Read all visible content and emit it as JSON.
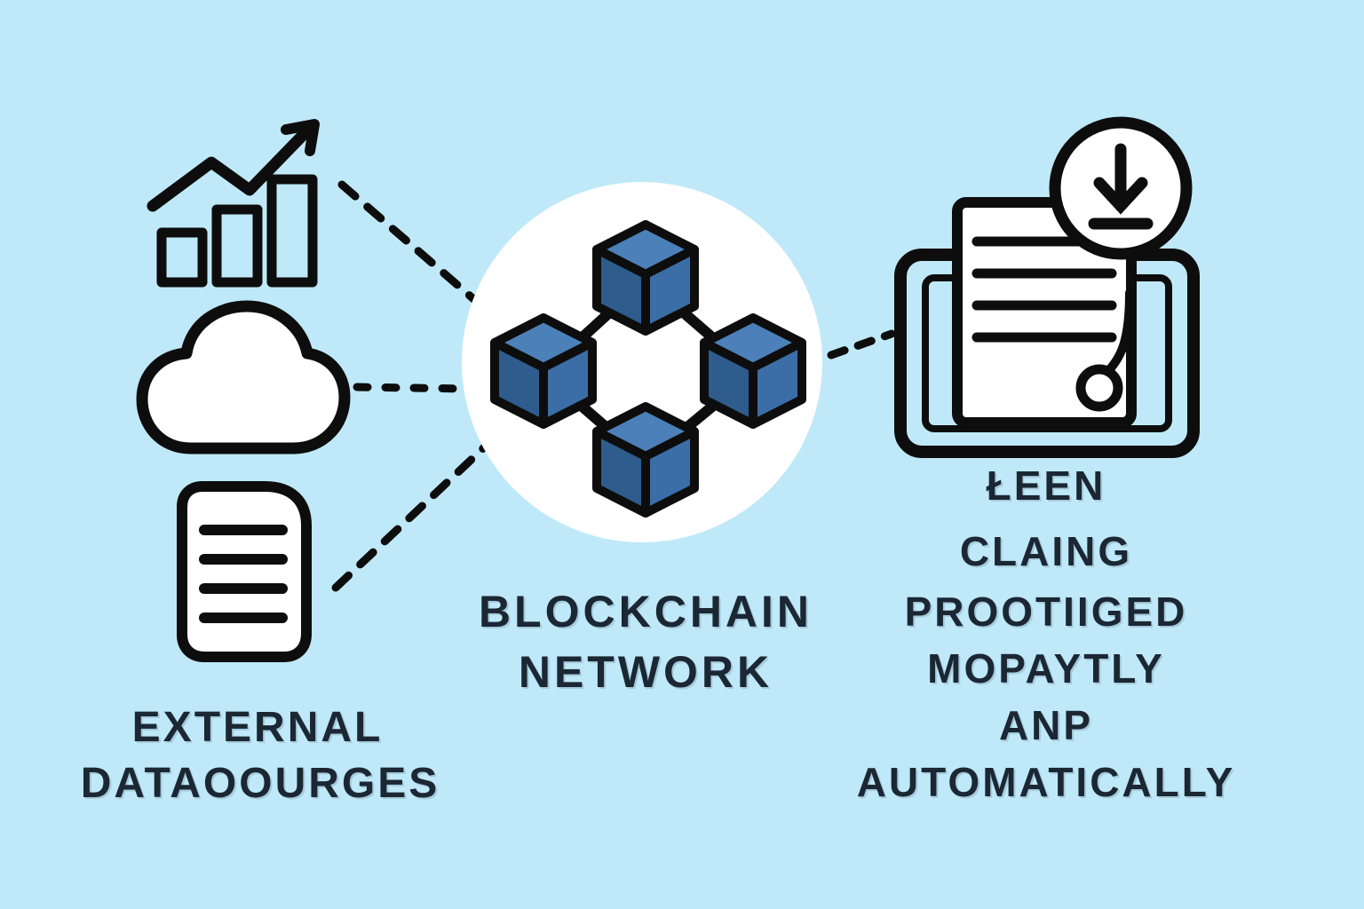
{
  "page": {
    "background_color": "#bfe9f8",
    "outline_color": "#0d0d0d",
    "text_color": "#1b2733"
  },
  "left_group": {
    "icons": [
      {
        "name": "bar-chart-icon"
      },
      {
        "name": "cloud-icon"
      },
      {
        "name": "document-icon"
      }
    ],
    "label": {
      "line1": "EXTERNAL",
      "line2": "DATAOOURGES"
    }
  },
  "center_group": {
    "label": {
      "line1": "BLOCKCHAIN",
      "line2": "NETWORK"
    },
    "circle_color": "#ffffff",
    "cube_colors": {
      "top": "#4b80b8",
      "left": "#2e5c8c",
      "right": "#3b6ea6"
    }
  },
  "right_group": {
    "icons": [
      {
        "name": "tablet-contract-icon"
      },
      {
        "name": "clock-download-icon"
      }
    ],
    "label_lines": [
      "ŁEEN",
      "CLAING",
      "PROOTIIGED",
      "MOPAYTLY",
      "ANP",
      "AUTOMATICALLY"
    ]
  }
}
